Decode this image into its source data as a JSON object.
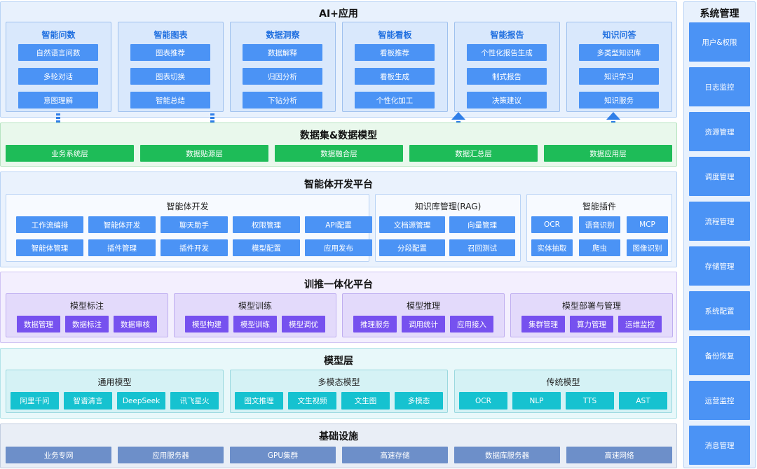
{
  "app_layer": {
    "title": "AI+应用",
    "columns": [
      {
        "title": "智能问数",
        "items": [
          "自然语言问数",
          "多轮对话",
          "意图理解"
        ]
      },
      {
        "title": "智能图表",
        "items": [
          "图表推荐",
          "图表切换",
          "智能总结"
        ]
      },
      {
        "title": "数据洞察",
        "items": [
          "数据解释",
          "归因分析",
          "下钻分析"
        ]
      },
      {
        "title": "智能看板",
        "items": [
          "看板推荐",
          "看板生成",
          "个性化加工"
        ]
      },
      {
        "title": "智能报告",
        "items": [
          "个性化报告生成",
          "制式报告",
          "决策建议"
        ]
      },
      {
        "title": "知识问答",
        "items": [
          "多类型知识库",
          "知识学习",
          "知识服务"
        ]
      }
    ]
  },
  "data_layer": {
    "title": "数据集&数据模型",
    "items": [
      "业务系统层",
      "数据贴源层",
      "数据融合层",
      "数据汇总层",
      "数据应用层"
    ]
  },
  "agent_layer": {
    "title": "智能体开发平台",
    "panels": [
      {
        "title": "智能体开发",
        "items": [
          "工作流编排",
          "智能体开发",
          "聊天助手",
          "权限管理",
          "API配置",
          "智能体管理",
          "插件管理",
          "插件开发",
          "模型配置",
          "应用发布"
        ]
      },
      {
        "title": "知识库管理(RAG)",
        "items": [
          "文档源管理",
          "向量管理",
          "分段配置",
          "召回测试"
        ]
      },
      {
        "title": "智能插件",
        "items": [
          "OCR",
          "语音识别",
          "MCP",
          "实体抽取",
          "爬虫",
          "图像识别"
        ]
      }
    ]
  },
  "train_layer": {
    "title": "训推一体化平台",
    "panels": [
      {
        "title": "模型标注",
        "items": [
          "数据管理",
          "数据标注",
          "数据审核"
        ]
      },
      {
        "title": "模型训练",
        "items": [
          "模型构建",
          "模型训练",
          "模型调优"
        ]
      },
      {
        "title": "模型推理",
        "items": [
          "推理服务",
          "调用统计",
          "应用接入"
        ]
      },
      {
        "title": "模型部署与管理",
        "items": [
          "集群管理",
          "算力管理",
          "运维监控"
        ]
      }
    ]
  },
  "model_layer": {
    "title": "模型层",
    "panels": [
      {
        "title": "通用模型",
        "items": [
          "阿里千问",
          "智谱清言",
          "DeepSeek",
          "讯飞星火"
        ]
      },
      {
        "title": "多模态模型",
        "items": [
          "图文推理",
          "文生视频",
          "文生图",
          "多模态"
        ]
      },
      {
        "title": "传统模型",
        "items": [
          "OCR",
          "NLP",
          "TTS",
          "AST"
        ]
      }
    ]
  },
  "infra_layer": {
    "title": "基础设施",
    "items": [
      "业务专网",
      "应用服务器",
      "GPU集群",
      "高速存储",
      "数据库服务器",
      "高速网络"
    ]
  },
  "system_mgmt": {
    "title": "系统管理",
    "items": [
      "用户&权限",
      "日志监控",
      "资源管理",
      "调度管理",
      "流程管理",
      "存储管理",
      "系统配置",
      "备份恢复",
      "运营监控",
      "消息管理"
    ]
  }
}
